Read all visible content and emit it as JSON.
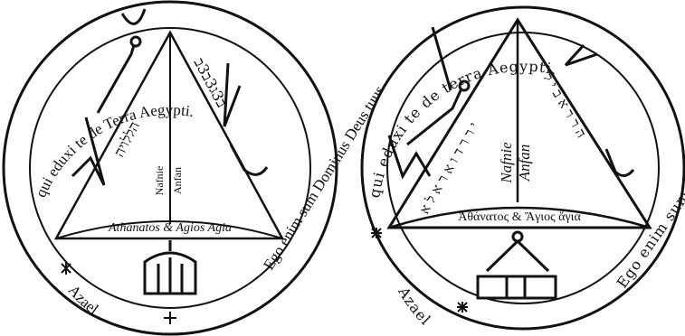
{
  "left_seal": {
    "ring_text_top": "qui eduxi te de Terra Aegypti.",
    "ring_text_right": "Ego enim sum Dominus Deus tuus,",
    "ring_text_bottom": "Azael",
    "base_text": "Athanatos & Agios Agia",
    "center_left": "Nafnie",
    "center_right": "Anfan",
    "script_left": "הללויה",
    "script_right": "ב3ג3ב3ב"
  },
  "right_seal": {
    "ring_text_top": "qui eduxi te de terra Aegypti.",
    "ring_text_right": "Ego enim sum Dominus Deus tuus,",
    "ring_text_bottom": "Azael",
    "base_text": "Ἀθάνατος & Ἅγιος ἅγια",
    "center_left": "Nafnie",
    "center_right": "Anfan",
    "script_left": "י ר ר ד ו א ר א ל א",
    "script_right": "ה ר ר א ב י ל"
  },
  "colors": {
    "ink": "#111111",
    "paper": "#ffffff"
  }
}
